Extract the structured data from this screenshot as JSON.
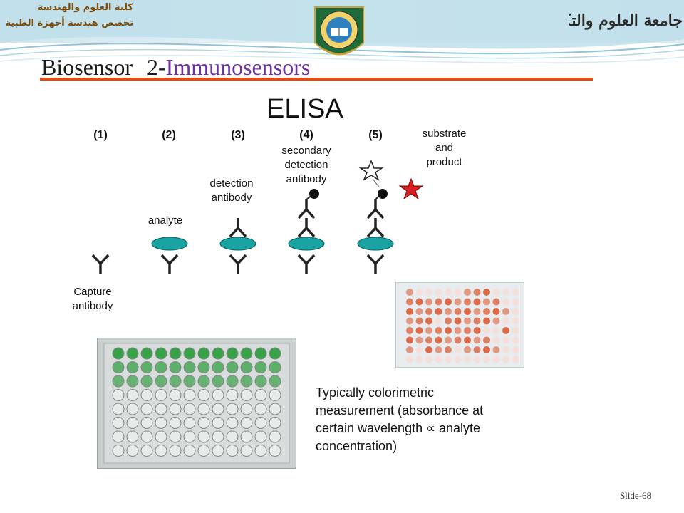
{
  "header": {
    "college_line1": "كلية العلوم والهندسة",
    "college_line2": "تخصص هندسة أجهزة الطبية",
    "university_logo_text": "جامعة العلوم والتكنولوجيا",
    "seal_name": "university-seal"
  },
  "title": {
    "prefix": "Biosensor",
    "number": "2-",
    "highlight": "Immunosensors"
  },
  "colors": {
    "accent_rule": "#e84c0c",
    "title_highlight": "#7030a0",
    "analyte": "#1aa3a3",
    "star": "#d42020",
    "green_well": "#2e9e3e",
    "red_well": "#d9532a"
  },
  "diagram": {
    "heading": "ELISA",
    "steps": [
      "(1)",
      "(2)",
      "(3)",
      "(4)",
      "(5)"
    ],
    "labels": {
      "capture_line1": "Capture",
      "capture_line2": "antibody",
      "analyte": "analyte",
      "detection_line1": "detection",
      "detection_line2": "antibody",
      "secondary_line1": "secondary",
      "secondary_line2": "detection",
      "secondary_line3": "antibody",
      "substrate_line1": "substrate",
      "substrate_line2": "and",
      "substrate_line3": "product"
    },
    "caption_line1": "Typically colorimetric",
    "caption_line2": "measurement (absorbance at",
    "caption_line3": "certain wavelength ∝ analyte",
    "caption_line4": "concentration)"
  },
  "footer": {
    "slide_number": "Slide-68"
  }
}
